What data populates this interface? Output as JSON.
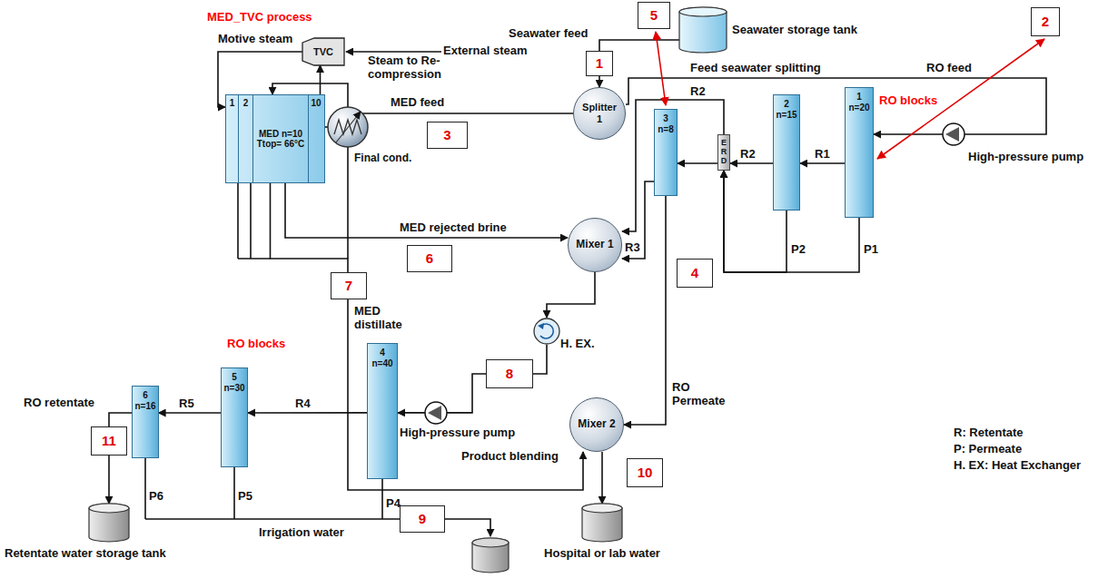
{
  "diagram": {
    "nodes": [
      {
        "text": [
          "Seawater storage tank"
        ]
      },
      {
        "text": [
          "TVC"
        ]
      },
      {
        "text": [
          "1",
          "2",
          "MED n=10 Ttop= 66°C",
          "10"
        ]
      },
      {
        "text": [
          "Splitter 1"
        ]
      },
      {
        "text": [
          "Mixer 1"
        ]
      },
      {
        "text": [
          "3",
          "n=8"
        ]
      },
      {
        "text": [
          "ERD"
        ]
      },
      {
        "text": [
          "2",
          "n=15"
        ]
      },
      {
        "text": [
          "1",
          "n=20"
        ]
      },
      {
        "text": [
          "H. EX."
        ]
      },
      {
        "text": [
          "Mixer 2"
        ]
      },
      {
        "text": [
          "4",
          "n=40"
        ]
      },
      {
        "text": [
          "5",
          "n=30"
        ]
      },
      {
        "text": [
          "6",
          "n=16"
        ]
      },
      {
        "text": [
          "Retentate water storage tank"
        ]
      },
      {
        "text": [
          "Hospital or lab water"
        ]
      }
    ],
    "edges": [
      {
        "from": 0,
        "to": 3,
        "arrow": "to"
      },
      {
        "from": 3,
        "to": 8,
        "arrow": "to"
      },
      {
        "from": 3,
        "to": 2,
        "arrow": "to"
      },
      {
        "from": 1,
        "to": 2,
        "arrow": "to"
      },
      {
        "from": 2,
        "to": 1,
        "arrow": "to"
      },
      {
        "from": 8,
        "to": 7,
        "arrow": "to"
      },
      {
        "from": 7,
        "to": 6,
        "arrow": "to"
      },
      {
        "from": 6,
        "to": 5,
        "arrow": "to"
      },
      {
        "from": 6,
        "to": 4,
        "arrow": "to"
      },
      {
        "from": 5,
        "to": 4,
        "arrow": "to"
      },
      {
        "from": 8,
        "to": 6,
        "arrow": "to"
      },
      {
        "from": 7,
        "to": 6,
        "arrow": "to"
      },
      {
        "from": 5,
        "to": 10,
        "arrow": "to"
      },
      {
        "from": 2,
        "to": 4,
        "arrow": "to"
      },
      {
        "from": 2,
        "to": 10,
        "arrow": "to"
      },
      {
        "from": 4,
        "to": 9,
        "arrow": "to"
      },
      {
        "from": 9,
        "to": 11,
        "arrow": "to"
      },
      {
        "from": 11,
        "to": 12,
        "arrow": "to"
      },
      {
        "from": 12,
        "to": 13,
        "arrow": "to"
      },
      {
        "from": 13,
        "to": 14,
        "arrow": "to"
      },
      {
        "from": 10,
        "to": 15,
        "arrow": "to"
      }
    ],
    "labels": [
      "MED_TVC process",
      "Motive steam",
      "External steam",
      "Steam to Re-compression",
      "Seawater feed",
      "1",
      "Feed seawater splitting",
      "RO feed",
      "2",
      "5",
      "RO blocks",
      "High-pressure pump",
      "MED feed",
      "3",
      "R2",
      "R1",
      "R2",
      "R3",
      "Final cond.",
      "MED rejected brine",
      "6",
      "P1",
      "P2",
      "4",
      "MED distillate",
      "7",
      "8",
      "RO Permeate",
      "RO blocks",
      "High-pressure pump",
      "Product blending",
      "10",
      "R5",
      "R4",
      "RO retentate",
      "11",
      "P6",
      "P5",
      "P4",
      "9",
      "Irrigation water",
      "R: Retentate",
      "P: Permeate",
      "H. EX: Heat Exchanger"
    ]
  }
}
